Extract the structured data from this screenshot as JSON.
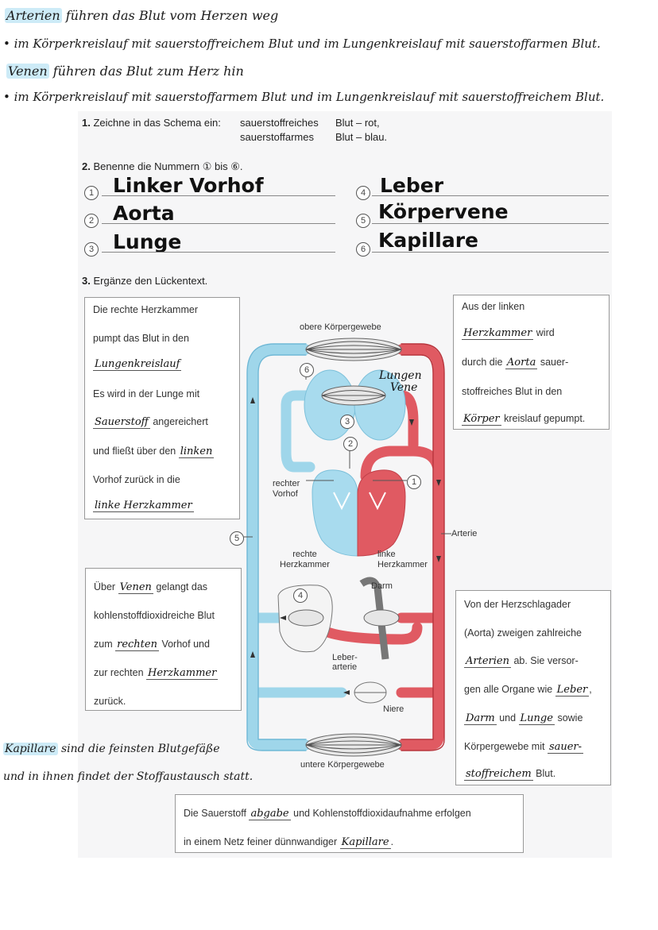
{
  "notes": {
    "line1_hl": "Arterien",
    "line1_rest": " führen das Blut vom Herzen weg",
    "line2": "• im Körperkreislauf mit sauerstoffreichem Blut und im Lungenkreislauf mit sauerstoffarmen Blut.",
    "line3_hl": "Venen",
    "line3_rest": " führen das Blut zum Herz hin",
    "line4": "• im Körperkreislauf mit sauerstoffarmem Blut und im Lungenkreislauf mit sauerstoffreichem Blut.",
    "bottom_hl": "Kapillare",
    "bottom1_rest": " sind die feinsten Blutgefäße",
    "bottom2": "und in ihnen findet der Stoffaustausch statt."
  },
  "task1": {
    "num": "1.",
    "text": "Zeichne in das Schema ein:",
    "row1_a": "sauerstoffreiches",
    "row1_b": "Blut – rot,",
    "row2_a": "sauerstoffarmes",
    "row2_b": "Blut – blau."
  },
  "task2": {
    "num": "2.",
    "text": "Benenne die Nummern ① bis ⑥.",
    "items": [
      {
        "num": "1",
        "answer": "Linker Vorhof"
      },
      {
        "num": "2",
        "answer": "Aorta"
      },
      {
        "num": "3",
        "answer": "Lunge"
      },
      {
        "num": "4",
        "answer": "Leber"
      },
      {
        "num": "5",
        "answer": "Körpervene"
      },
      {
        "num": "6",
        "answer": "Kapillare"
      }
    ]
  },
  "task3": {
    "num": "3.",
    "text": "Ergänze den Lückentext."
  },
  "box_left_top": {
    "l1": "Die rechte Herzkammer",
    "l2": "pumpt das Blut in den",
    "fill1": "Lungenkreislauf",
    "l4a": "Es wird in der Lunge mit",
    "fill2": "Sauerstoff",
    "l5b": "angereichert",
    "l6a": "und fließt über den",
    "fill3": "linken",
    "l7": "Vorhof zurück in die",
    "fill4": "linke Herzkammer"
  },
  "box_right_top": {
    "l1": "Aus der linken",
    "fill1": "Herzkammer",
    "l2b": "wird",
    "l3a": "durch die",
    "fill2": "Aorta",
    "l3b": "sauer-",
    "l4": "stoffreiches Blut in den",
    "fill3": "Körper",
    "l5b": "kreislauf gepumpt."
  },
  "box_left_bottom": {
    "l1a": "Über",
    "fill1": "Venen",
    "l1b": "gelangt das",
    "l2": "kohlenstoffdioxidreiche Blut",
    "l3a": "zum",
    "fill2": "rechten",
    "l3b": "Vorhof und",
    "l4a": "zur rechten",
    "fill3": "Herzkammer",
    "l5": "zurück."
  },
  "box_right_bottom": {
    "l1": "Von der Herzschlagader",
    "l2": "(Aorta) zweigen zahlreiche",
    "fill1": "Arterien",
    "l3b": "ab. Sie versor-",
    "l4a": "gen alle Organe wie",
    "fill2": "Leber",
    "l4b": ",",
    "fill3": "Darm",
    "l5a": "und",
    "fill4": "Lunge",
    "l5b": "sowie",
    "l6a": "Körpergewebe mit",
    "fill5": "sauer-",
    "fill6": "stoffreichem",
    "l7b": "Blut."
  },
  "box_bottom": {
    "l1a": "Die Sauerstoff",
    "fill1": "abgabe",
    "l1b": "und Kohlenstoffdioxidaufnahme erfolgen",
    "l2a": "in einem Netz feiner dünnwandiger",
    "fill2": "Kapillare",
    "l2b": "."
  },
  "diagram": {
    "upper_tissue": "obere Körpergewebe",
    "lower_tissue": "untere Körpergewebe",
    "lung_vein_1": "Lungen",
    "lung_vein_2": "Vene",
    "right_atrium_1": "rechter",
    "right_atrium_2": "Vorhof",
    "right_ventricle_1": "rechte",
    "right_ventricle_2": "Herzkammer",
    "left_ventricle_1": "linke",
    "left_ventricle_2": "Herzkammer",
    "artery": "Arterie",
    "intestine": "Darm",
    "liver_artery_1": "Leber-",
    "liver_artery_2": "arterie",
    "kidney": "Niere",
    "n1": "1",
    "n2": "2",
    "n3": "3",
    "n4": "4",
    "n5": "5",
    "n6": "6"
  },
  "colors": {
    "oxygen_rich": "#d9535a",
    "oxygen_poor": "#9fd6ea",
    "highlight": "#cdebf7"
  }
}
